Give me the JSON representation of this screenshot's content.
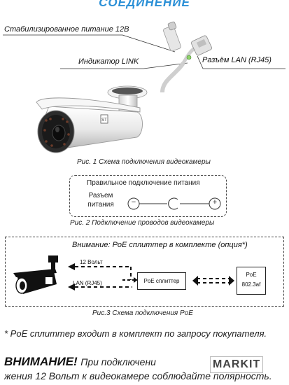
{
  "header": {
    "title": "СОЕДИНЕНИЕ"
  },
  "fig1": {
    "labels": {
      "power_12v": "Стабилизированное питание 12В",
      "link_indicator": "Индикатор LINK",
      "lan_port": "Разъём LAN (RJ45)"
    },
    "caption": "Рис. 1 Схема подключения видеокамеры"
  },
  "fig2": {
    "heading": "Правильное подключение питания",
    "connector_label_line1": "Разъем",
    "connector_label_line2": "питания",
    "minus": "−",
    "plus": "+",
    "caption": "Рис. 2  Подключение проводов видеокамеры"
  },
  "fig3": {
    "note": "Внимание: PoE сплиттер в комплекте (опция*)",
    "volt_label": "12 Вольт",
    "lan_label": "LAN (RJ45)",
    "splitter_label": "PoE сплиттер",
    "poe_line1": "PoE",
    "poe_line2": "802.3af",
    "caption": "Рис.3 Схема подключения PoE"
  },
  "footnote": "* PoE сплиттер входит в комплект по запросу покупателя.",
  "warning": {
    "strong": "ВНИМАНИЕ!",
    "rest_line1": "При подключени",
    "rest_line2": "жения 12 Вольт к видеокамере соблюдайте полярность."
  },
  "watermark": {
    "text": "MARKIT"
  },
  "colors": {
    "title": "#2a8fd6",
    "text": "#222222",
    "logo_accent": "#c4262e"
  }
}
